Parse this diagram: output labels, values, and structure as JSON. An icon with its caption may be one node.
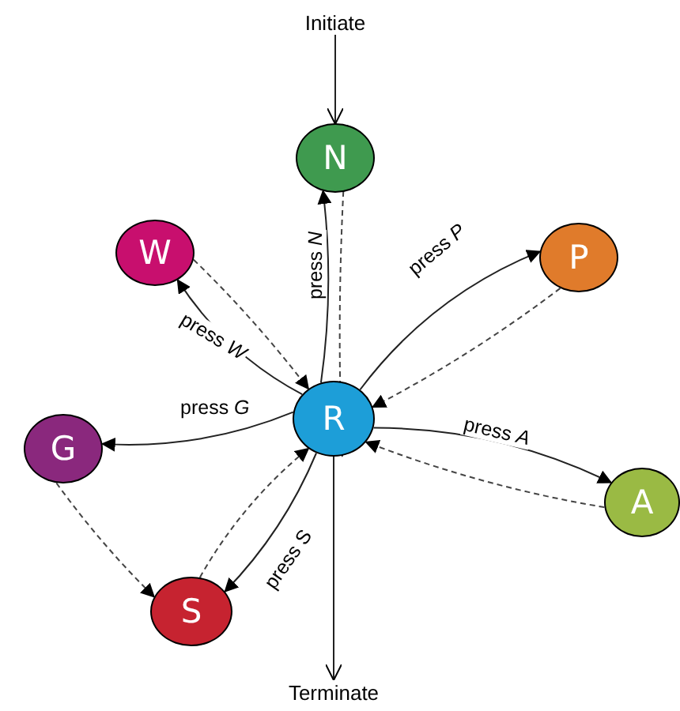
{
  "diagram": {
    "nodes": [
      {
        "text": [
          "Initiate"
        ]
      },
      {
        "text": [
          "N"
        ]
      },
      {
        "text": [
          "W"
        ]
      },
      {
        "text": [
          "P"
        ]
      },
      {
        "text": [
          "G"
        ]
      },
      {
        "text": [
          "R"
        ]
      },
      {
        "text": [
          "A"
        ]
      },
      {
        "text": [
          "S"
        ]
      },
      {
        "text": [
          "Terminate"
        ]
      }
    ],
    "edges": [
      {
        "from": 0,
        "to": 1,
        "arrow": "to"
      },
      {
        "from": 5,
        "to": 1,
        "arrow": "to",
        "label": "press *N*"
      },
      {
        "from": 1,
        "to": 5,
        "arrow": "to",
        "style": "dashed"
      },
      {
        "from": 5,
        "to": 2,
        "arrow": "to",
        "label": "press *W*"
      },
      {
        "from": 2,
        "to": 5,
        "arrow": "to",
        "style": "dashed"
      },
      {
        "from": 5,
        "to": 3,
        "arrow": "to",
        "label": "press *P*"
      },
      {
        "from": 3,
        "to": 5,
        "arrow": "to",
        "style": "dashed"
      },
      {
        "from": 5,
        "to": 4,
        "arrow": "to",
        "label": "press *G*"
      },
      {
        "from": 4,
        "to": 7,
        "arrow": "to",
        "style": "dashed"
      },
      {
        "from": 7,
        "to": 5,
        "arrow": "to",
        "style": "dashed"
      },
      {
        "from": 5,
        "to": 6,
        "arrow": "to",
        "label": "press *A*"
      },
      {
        "from": 6,
        "to": 5,
        "arrow": "to",
        "style": "dashed"
      },
      {
        "from": 5,
        "to": 7,
        "arrow": "to",
        "label": "press S"
      },
      {
        "from": 5,
        "to": 8,
        "arrow": "to"
      }
    ]
  }
}
